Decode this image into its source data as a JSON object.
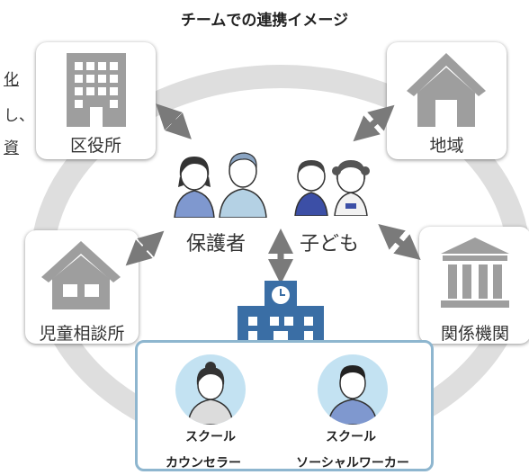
{
  "title": "チームでの連携イメージ",
  "left_text": {
    "line1": "化",
    "line2": "し、",
    "line3": "資"
  },
  "nodes": {
    "ward_office": "区役所",
    "community": "地域",
    "child_center": "児童相談所",
    "agencies": "関係機関",
    "guardians": "保護者",
    "children": "子ども"
  },
  "team": {
    "counselor_line1": "スクール",
    "counselor_line2": "カウンセラー",
    "social_worker_line1": "スクール",
    "social_worker_line2": "ソーシャルワーカー"
  },
  "colors": {
    "ring": "#dedede",
    "icon_gray": "#9e9e9e",
    "arrow_gray": "#7a7a7a",
    "school_blue": "#3a6ea5",
    "team_border": "#8eb6cf",
    "avatar_bg": "#c3e2f2"
  }
}
